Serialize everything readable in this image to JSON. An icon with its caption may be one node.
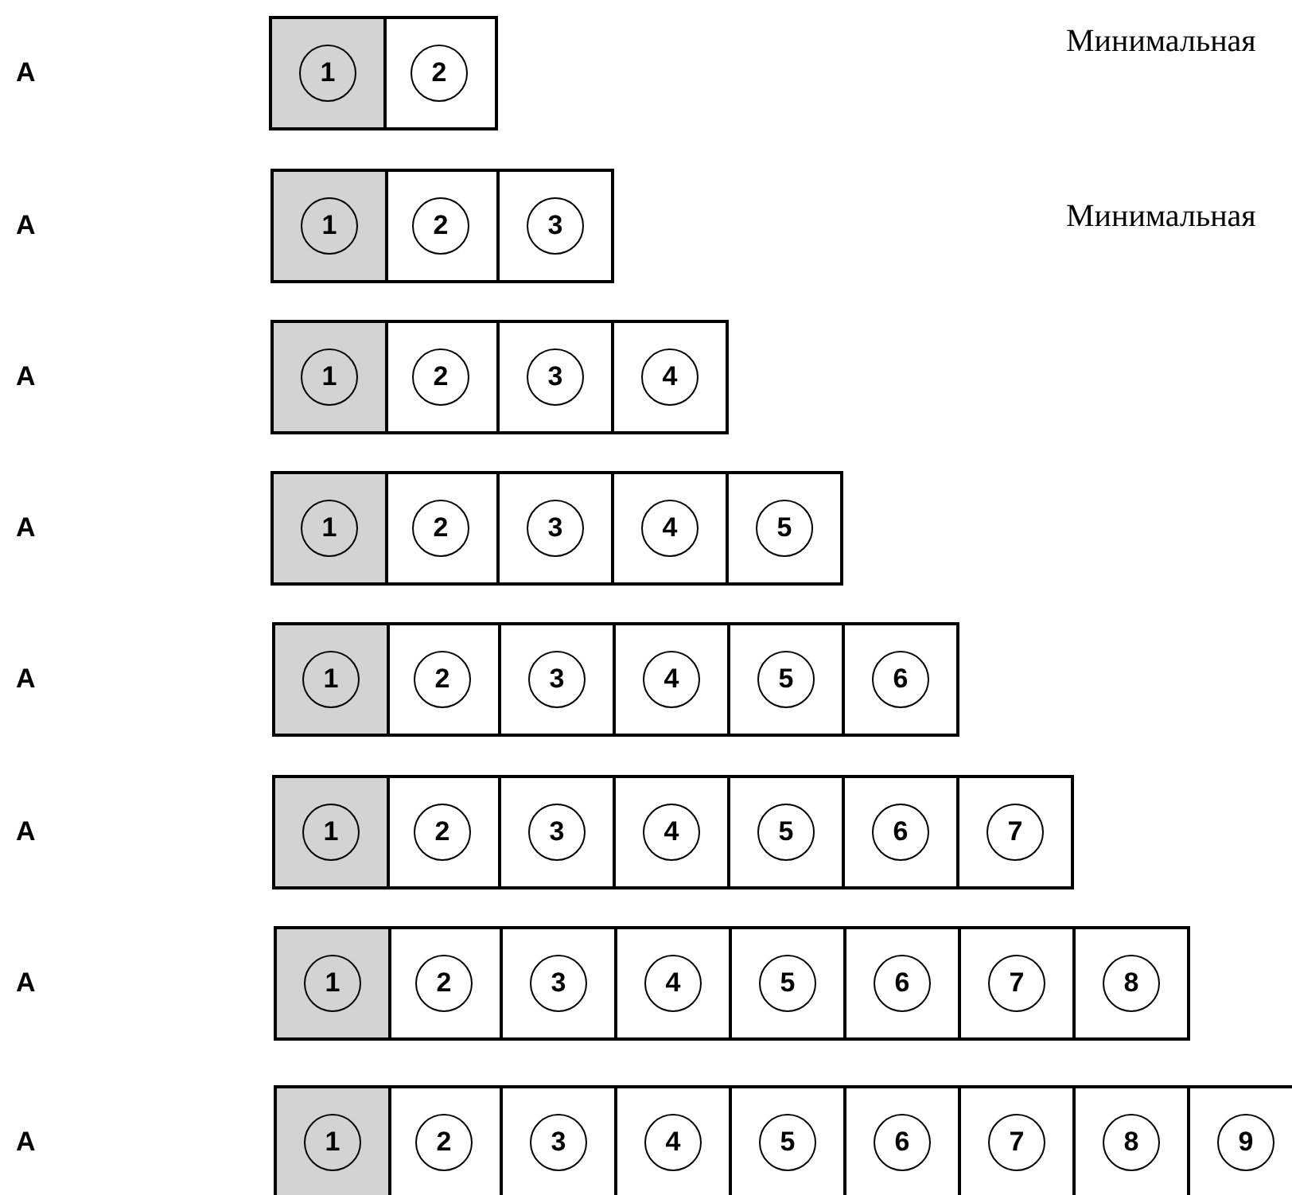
{
  "diagram": {
    "nodes": [
      {
        "text": [
          "1"
        ]
      },
      {
        "text": [
          "2"
        ]
      },
      {
        "text": [
          "1"
        ]
      },
      {
        "text": [
          "2"
        ]
      },
      {
        "text": [
          "3"
        ]
      },
      {
        "text": [
          "1"
        ]
      },
      {
        "text": [
          "2"
        ]
      },
      {
        "text": [
          "3"
        ]
      },
      {
        "text": [
          "4"
        ]
      },
      {
        "text": [
          "1"
        ]
      },
      {
        "text": [
          "2"
        ]
      },
      {
        "text": [
          "3"
        ]
      },
      {
        "text": [
          "4"
        ]
      },
      {
        "text": [
          "5"
        ]
      },
      {
        "text": [
          "1"
        ]
      },
      {
        "text": [
          "2"
        ]
      },
      {
        "text": [
          "3"
        ]
      },
      {
        "text": [
          "4"
        ]
      },
      {
        "text": [
          "5"
        ]
      },
      {
        "text": [
          "6"
        ]
      },
      {
        "text": [
          "1"
        ]
      },
      {
        "text": [
          "2"
        ]
      },
      {
        "text": [
          "3"
        ]
      },
      {
        "text": [
          "4"
        ]
      },
      {
        "text": [
          "5"
        ]
      },
      {
        "text": [
          "6"
        ]
      },
      {
        "text": [
          "7"
        ]
      },
      {
        "text": [
          "1"
        ]
      },
      {
        "text": [
          "2"
        ]
      },
      {
        "text": [
          "3"
        ]
      },
      {
        "text": [
          "4"
        ]
      },
      {
        "text": [
          "5"
        ]
      },
      {
        "text": [
          "6"
        ]
      },
      {
        "text": [
          "7"
        ]
      },
      {
        "text": [
          "8"
        ]
      },
      {
        "text": [
          "1"
        ]
      },
      {
        "text": [
          "2"
        ]
      },
      {
        "text": [
          "3"
        ]
      },
      {
        "text": [
          "4"
        ]
      },
      {
        "text": [
          "5"
        ]
      },
      {
        "text": [
          "6"
        ]
      },
      {
        "text": [
          "7"
        ]
      },
      {
        "text": [
          "8"
        ]
      },
      {
        "text": [
          "9"
        ]
      }
    ],
    "labels": [
      "A",
      "Минимальная",
      "A",
      "Минимальная",
      "A",
      "A",
      "A",
      "A",
      "A",
      "A"
    ]
  }
}
